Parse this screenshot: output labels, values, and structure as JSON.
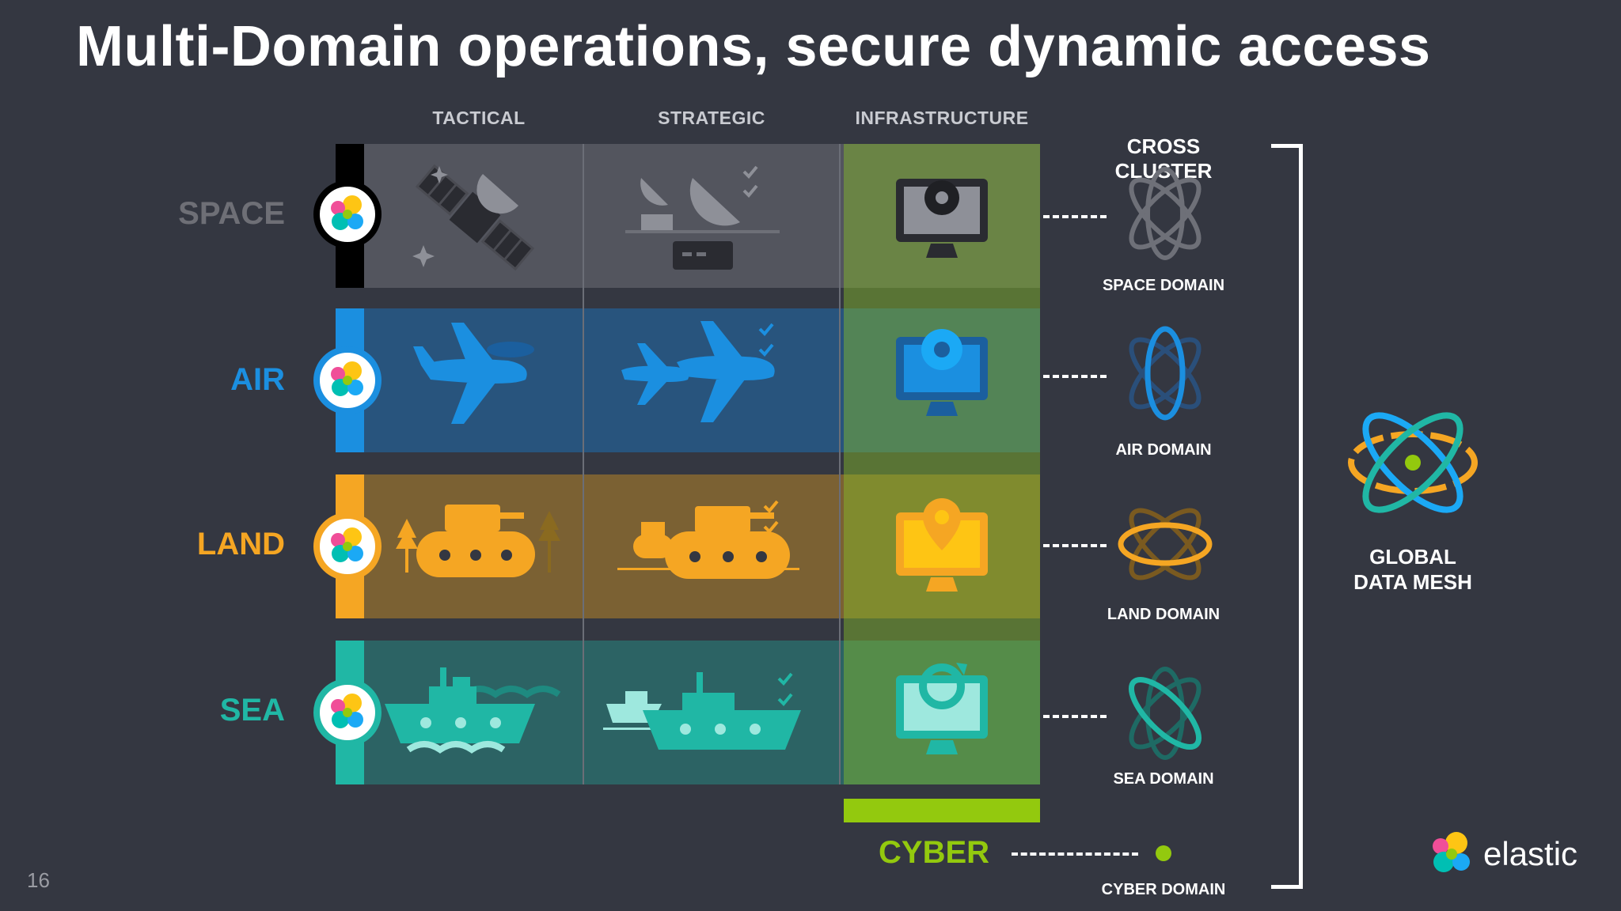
{
  "title": "Multi-Domain operations, secure dynamic access",
  "columns": [
    "TACTICAL",
    "STRATEGIC",
    "INFRASTRUCTURE"
  ],
  "rows": [
    {
      "label": "SPACE",
      "color": "#6e6f76",
      "band": "rgba(110,111,118,0.55)",
      "edge": "#000000",
      "domain": "SPACE DOMAIN",
      "icons": [
        "satellite-icon",
        "radar-dish-icon",
        "gear-monitor-icon"
      ]
    },
    {
      "label": "AIR",
      "color": "#1b8fe0",
      "band": "rgba(27,120,200,0.45)",
      "edge": "#1b8fe0",
      "domain": "AIR DOMAIN",
      "icons": [
        "airplane-icon",
        "airplanes-icon",
        "network-monitor-icon"
      ]
    },
    {
      "label": "LAND",
      "color": "#f5a623",
      "band": "rgba(230,160,30,0.40)",
      "edge": "#f5a623",
      "domain": "LAND DOMAIN",
      "icons": [
        "tank-icon",
        "tanks-icon",
        "location-monitor-icon"
      ]
    },
    {
      "label": "SEA",
      "color": "#20b7a5",
      "band": "rgba(32,183,165,0.35)",
      "edge": "#20b7a5",
      "domain": "SEA DOMAIN",
      "icons": [
        "ship-icon",
        "ships-icon",
        "refresh-monitor-icon"
      ]
    }
  ],
  "cross_cluster": {
    "title": "CROSS CLUSTER",
    "cyber_domain": "CYBER DOMAIN"
  },
  "cyber": {
    "label": "CYBER",
    "color": "#93c90e"
  },
  "global_mesh": {
    "line1": "GLOBAL",
    "line2": "DATA MESH"
  },
  "page_number": "16",
  "brand": {
    "name": "elastic"
  }
}
